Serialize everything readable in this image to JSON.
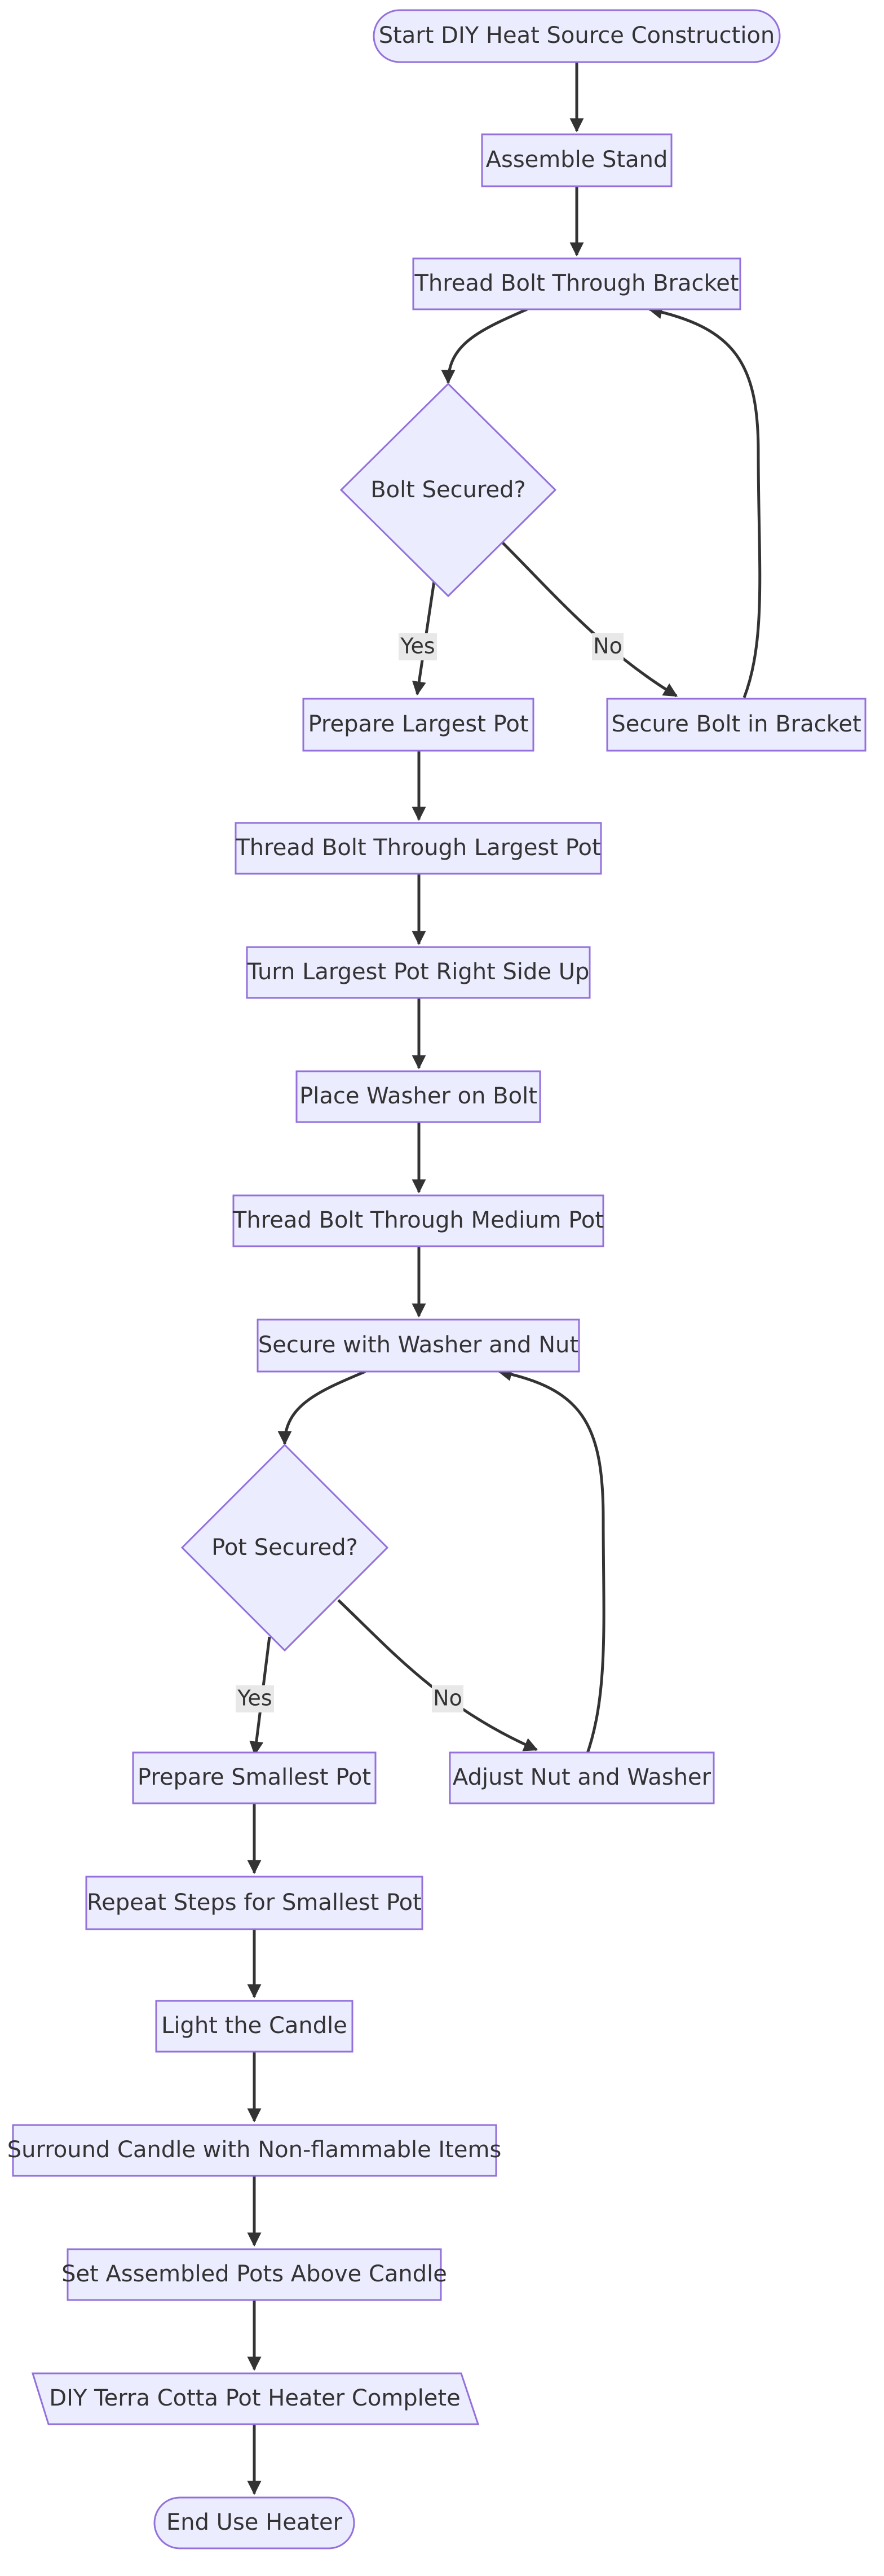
{
  "nodes": {
    "start": "Start DIY Heat Source Construction",
    "assemble_stand": "Assemble Stand",
    "thread_bracket": "Thread Bolt Through Bracket",
    "bolt_secured": "Bolt Secured?",
    "prepare_largest": "Prepare Largest Pot",
    "secure_bolt_bracket": "Secure Bolt in Bracket",
    "thread_largest": "Thread Bolt Through Largest Pot",
    "turn_largest": "Turn Largest Pot Right Side Up",
    "place_washer": "Place Washer on Bolt",
    "thread_medium": "Thread Bolt Through Medium Pot",
    "secure_washer_nut": "Secure with Washer and Nut",
    "pot_secured": "Pot Secured?",
    "prepare_smallest": "Prepare Smallest Pot",
    "adjust_nut": "Adjust Nut and Washer",
    "repeat_smallest": "Repeat Steps for Smallest Pot",
    "light_candle": "Light the Candle",
    "surround_candle": "Surround Candle with Non-flammable Items",
    "set_pots": "Set Assembled Pots Above Candle",
    "heater_complete": "DIY Terra Cotta Pot Heater Complete",
    "end": "End Use Heater"
  },
  "edge_labels": {
    "bolt_yes": "Yes",
    "bolt_no": "No",
    "pot_yes": "Yes",
    "pot_no": "No"
  },
  "colors": {
    "node_fill": "#ECECFF",
    "node_stroke": "#9370DB",
    "edge": "#333333",
    "text": "#333333",
    "edge_label_bg": "#e8e8e8"
  }
}
